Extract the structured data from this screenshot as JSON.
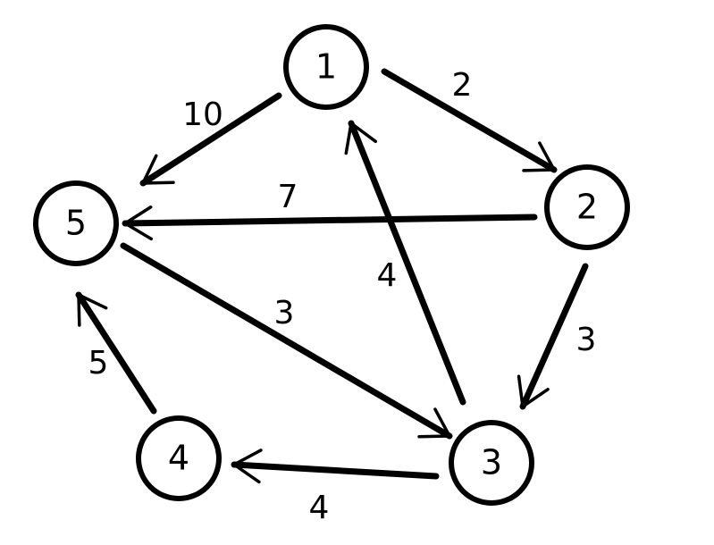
{
  "graph": {
    "nodes": [
      {
        "id": "1",
        "label": "1"
      },
      {
        "id": "2",
        "label": "2"
      },
      {
        "id": "3",
        "label": "3"
      },
      {
        "id": "4",
        "label": "4"
      },
      {
        "id": "5",
        "label": "5"
      }
    ],
    "edges": [
      {
        "from": "1",
        "to": "2",
        "weight": "2"
      },
      {
        "from": "1",
        "to": "5",
        "weight": "10"
      },
      {
        "from": "2",
        "to": "5",
        "weight": "7"
      },
      {
        "from": "2",
        "to": "3",
        "weight": "3"
      },
      {
        "from": "3",
        "to": "1",
        "weight": "4"
      },
      {
        "from": "5",
        "to": "3",
        "weight": "3"
      },
      {
        "from": "3",
        "to": "4",
        "weight": "4"
      },
      {
        "from": "4",
        "to": "5",
        "weight": "5"
      }
    ]
  }
}
